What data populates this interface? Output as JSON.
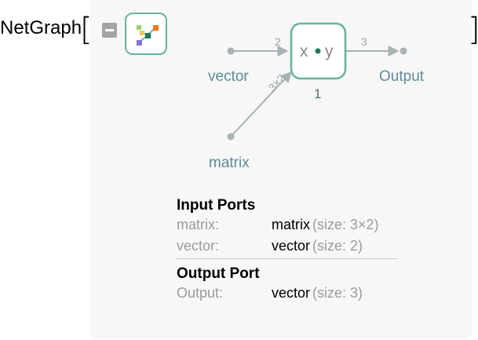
{
  "head": "NetGraph",
  "bracket_open": "[",
  "bracket_close": "]",
  "graph": {
    "nodes": {
      "vector": "vector",
      "matrix": "matrix",
      "output": "Output",
      "op_left": "x",
      "op_right": "y",
      "op_index": "1"
    },
    "edge_labels": {
      "vector_in": "2",
      "matrix_in": "3×2",
      "out": "3"
    }
  },
  "input_ports": {
    "title": "Input Ports",
    "rows": [
      {
        "key": "matrix:",
        "value": "matrix",
        "size": "(size: 3×2)"
      },
      {
        "key": "vector:",
        "value": "vector",
        "size": "(size: 2)"
      }
    ]
  },
  "output_ports": {
    "title": "Output Port",
    "rows": [
      {
        "key": "Output:",
        "value": "vector",
        "size": "(size: 3)"
      }
    ]
  },
  "colors": {
    "accent": "#67b49a",
    "label_blue": "#5f8a9a",
    "edge_gray": "#a7b2b4",
    "panel_bg": "#f7f7f7"
  }
}
